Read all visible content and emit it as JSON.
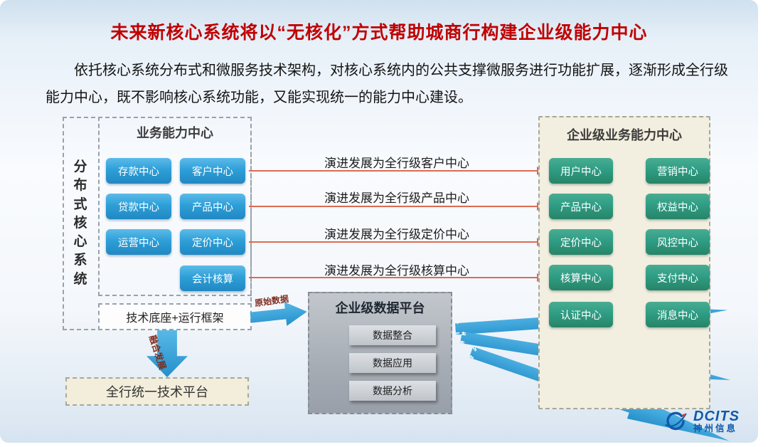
{
  "slide": {
    "title": "未来新核心系统将以“无核化”方式帮助城商行构建企业级能力中心",
    "intro": "依托核心系统分布式和微服务技术架构，对核心系统内的公共支撑微服务进行功能扩展，逐渐形成全行级能力中心，既不影响核心系统功能，又能实现统一的能力中心建设。"
  },
  "left_panel": {
    "vertical_label": "分布式核心系统",
    "inner_title": "业务能力中心",
    "buttons": [
      "存款中心",
      "客户中心",
      "贷款中心",
      "产品中心",
      "运营中心",
      "定价中心",
      "会计核算"
    ],
    "tech_base": "技术底座+运行框架",
    "fusion_arrow_label": "融合发展",
    "platform_box": "全行统一技术平台"
  },
  "evolution_arrows": [
    "演进发展为全行级客户中心",
    "演进发展为全行级产品中心",
    "演进发展为全行级定价中心",
    "演进发展为全行级核算中心"
  ],
  "data_platform": {
    "input_arrow_label": "原始数据",
    "title": "企业级数据平台",
    "items": [
      "数据整合",
      "数据应用",
      "数据分析"
    ],
    "output_arrows": [
      "客户画像",
      "精准营销",
      "风控"
    ]
  },
  "right_panel": {
    "title": "企业级业务能力中心",
    "buttons": [
      "用户中心",
      "营销中心",
      "产品中心",
      "权益中心",
      "定价中心",
      "风控中心",
      "核算中心",
      "支付中心",
      "认证中心",
      "消息中心"
    ]
  },
  "logo": {
    "brand": "DCITS",
    "company": "神州信息"
  },
  "colors": {
    "title_red": "#c00000",
    "blue_button": "#2e9fd8",
    "green_button": "#2f9d85",
    "arrow_blue": "#2ea7de",
    "connector_red": "#dd6a55",
    "right_panel_bg": "#f3efe0",
    "data_platform_bg": "#a7adb5"
  }
}
